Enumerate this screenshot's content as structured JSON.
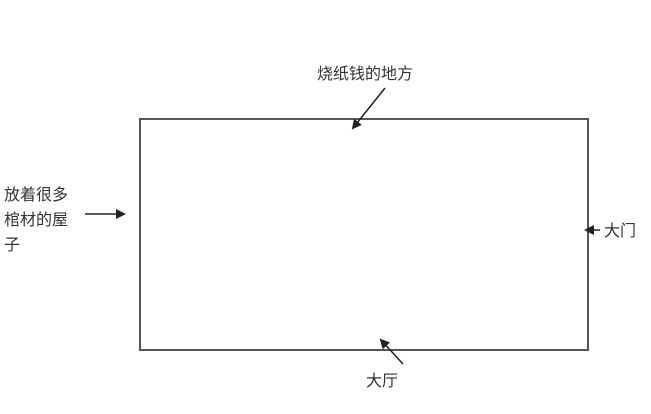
{
  "diagram": {
    "type": "floor-plan-sketch",
    "labels": {
      "top": "烧纸钱的地方",
      "left_line1": "放着很多",
      "left_line2": "棺材的屋",
      "left_line3": "子",
      "right": "大门",
      "bottom": "大厅"
    },
    "colors": {
      "line": "#555555",
      "text": "#333333",
      "background": "#ffffff"
    }
  }
}
